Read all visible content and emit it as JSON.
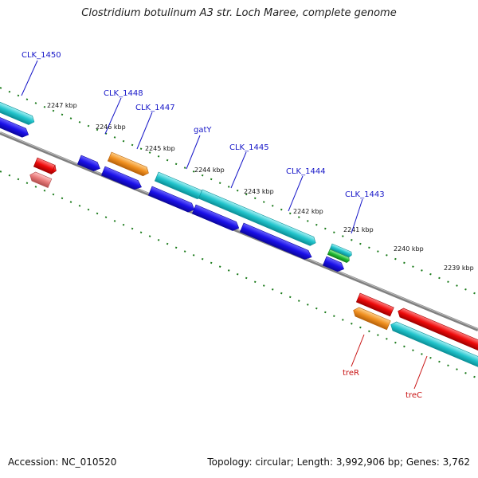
{
  "title": "Clostridium botulinum A3 str. Loch Maree, complete genome",
  "footer": {
    "accession": "Accession: NC_010520",
    "topology": "Topology: circular; Length: 3,992,906 bp; Genes: 3,762"
  },
  "colors": {
    "cyan": "#22c4cc",
    "blue": "#1a10e8",
    "orange": "#f09020",
    "red": "#ee0a0a",
    "pink": "#e87a7a",
    "green": "#22bb33",
    "backbone": "#808080",
    "tick": "#1a7a1a",
    "label_blue": "#1616c8",
    "label_red": "#c81010"
  },
  "kbp_labels": [
    "2247 kbp",
    "2246 kbp",
    "2245 kbp",
    "2244 kbp",
    "2243 kbp",
    "2242 kbp",
    "2241 kbp",
    "2240 kbp",
    "2239 kbp"
  ],
  "gene_labels": [
    {
      "text": "CLK_1450",
      "color": "blue"
    },
    {
      "text": "CLK_1448",
      "color": "blue"
    },
    {
      "text": "CLK_1447",
      "color": "blue"
    },
    {
      "text": "gatY",
      "color": "blue"
    },
    {
      "text": "CLK_1445",
      "color": "blue"
    },
    {
      "text": "CLK_1444",
      "color": "blue"
    },
    {
      "text": "CLK_1443",
      "color": "blue"
    },
    {
      "text": "treR",
      "color": "red"
    },
    {
      "text": "treC",
      "color": "red"
    }
  ]
}
